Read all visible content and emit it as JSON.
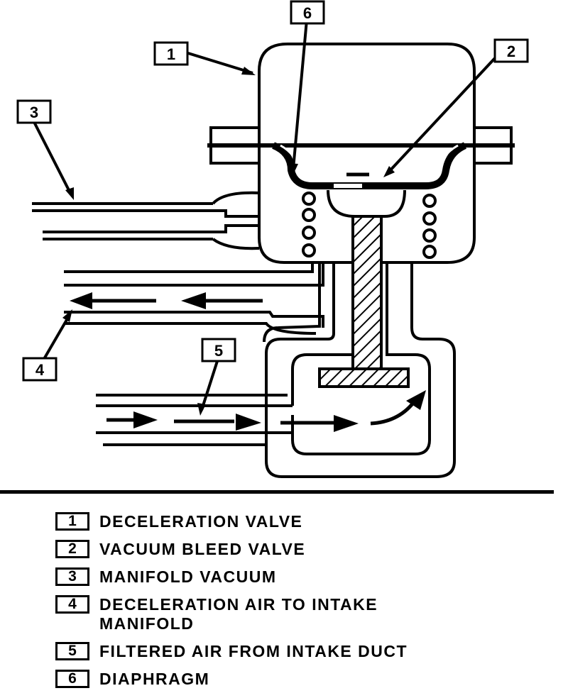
{
  "callouts": [
    {
      "num": "1"
    },
    {
      "num": "2"
    },
    {
      "num": "3"
    },
    {
      "num": "4"
    },
    {
      "num": "5"
    },
    {
      "num": "6"
    }
  ],
  "legend": [
    {
      "num": "1",
      "label": "DECELERATION VALVE"
    },
    {
      "num": "2",
      "label": "VACUUM BLEED VALVE"
    },
    {
      "num": "3",
      "label": "MANIFOLD VACUUM"
    },
    {
      "num": "4",
      "label": "DECELERATION AIR TO INTAKE MANIFOLD"
    },
    {
      "num": "5",
      "label": "FILTERED AIR FROM INTAKE DUCT"
    },
    {
      "num": "6",
      "label": "DIAPHRAGM"
    }
  ]
}
